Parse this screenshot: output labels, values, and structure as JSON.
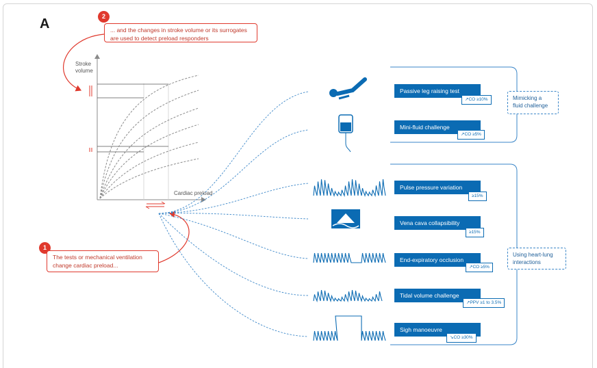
{
  "panel_letter": "A",
  "callouts": {
    "top": {
      "number": "2",
      "text": "... and the changes in stroke volume or its surrogates are used to detect preload responders"
    },
    "bottom": {
      "number": "1",
      "text": "The tests or mechanical ventilation change cardiac preload..."
    }
  },
  "axes": {
    "y_label": "Stroke volume",
    "x_label": "Cardiac preload"
  },
  "tests": [
    {
      "label": "Passive leg raising test",
      "threshold": "↗CO ≥10%",
      "icon": "patient-leg-raise-icon"
    },
    {
      "label": "Mini-fluid challenge",
      "threshold": "↗CO ≥5%",
      "icon": "fluid-bag-icon"
    },
    {
      "label": "Pulse pressure variation",
      "threshold": "≥15%",
      "icon": "pulse-waveform-icon"
    },
    {
      "label": "Vena cava collapsibility",
      "threshold": "≥15%",
      "icon": "ultrasound-vena-cava-icon"
    },
    {
      "label": "End-expiratory occlusion",
      "threshold": "↗CO ≥5%",
      "icon": "pause-waveform-icon"
    },
    {
      "label": "Tidal volume challenge",
      "threshold": "↗PPV ≥1 to 3.5%",
      "icon": "tidal-waveform-icon"
    },
    {
      "label": "Sigh manoeuvre",
      "threshold": "↘CO ≥30%",
      "icon": "sigh-waveform-icon"
    }
  ],
  "groups": {
    "fluid": "Mimicking a fluid challenge",
    "heart_lung": "Using heart-lung interactions"
  },
  "colors": {
    "accent": "#0b6bb3",
    "callout_red": "#e0392d",
    "curve_gray": "#8a8a8a"
  }
}
